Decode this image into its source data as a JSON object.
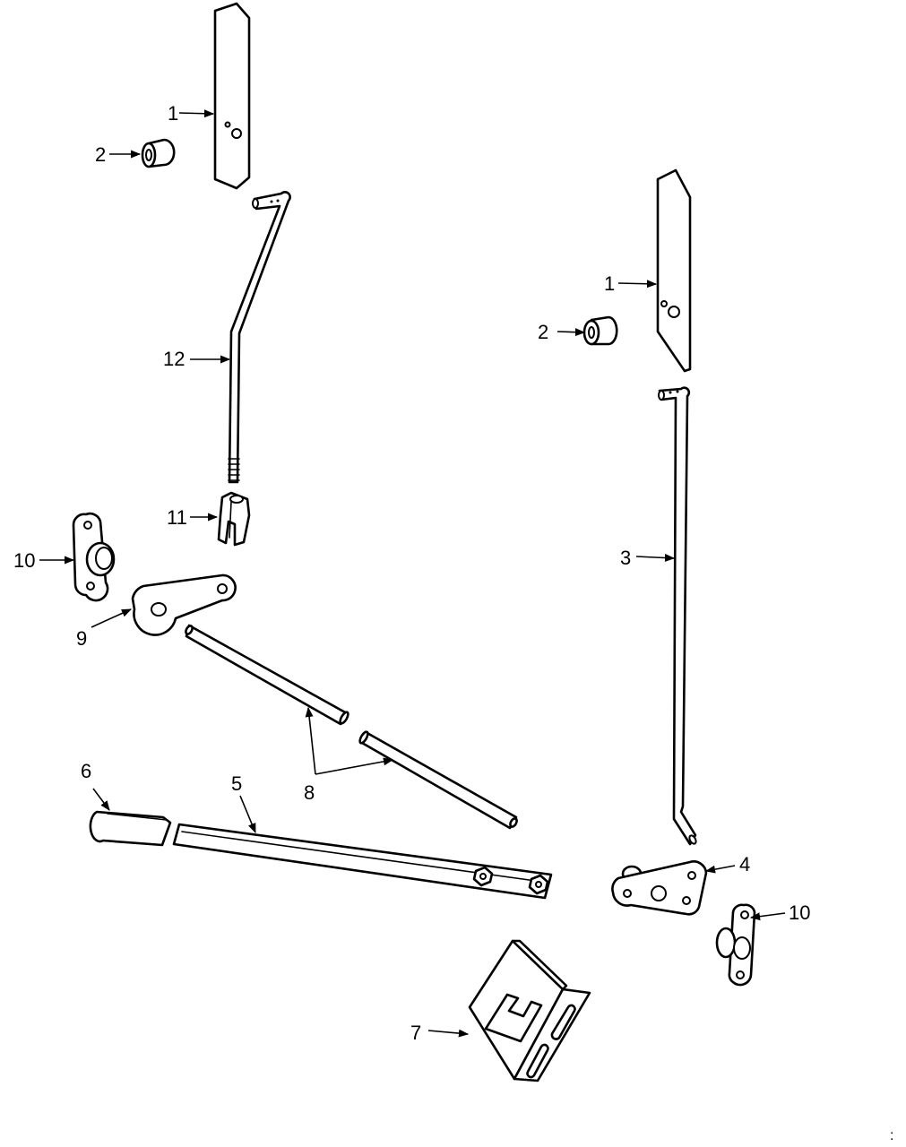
{
  "callouts": {
    "c1a": "1",
    "c2a": "2",
    "c12": "12",
    "c11": "11",
    "c10a": "10",
    "c9": "9",
    "c1b": "1",
    "c2b": "2",
    "c3": "3",
    "c8": "8",
    "c6": "6",
    "c5": "5",
    "c4": "4",
    "c10b": "10",
    "c7": "7"
  },
  "corner_mark": ":"
}
